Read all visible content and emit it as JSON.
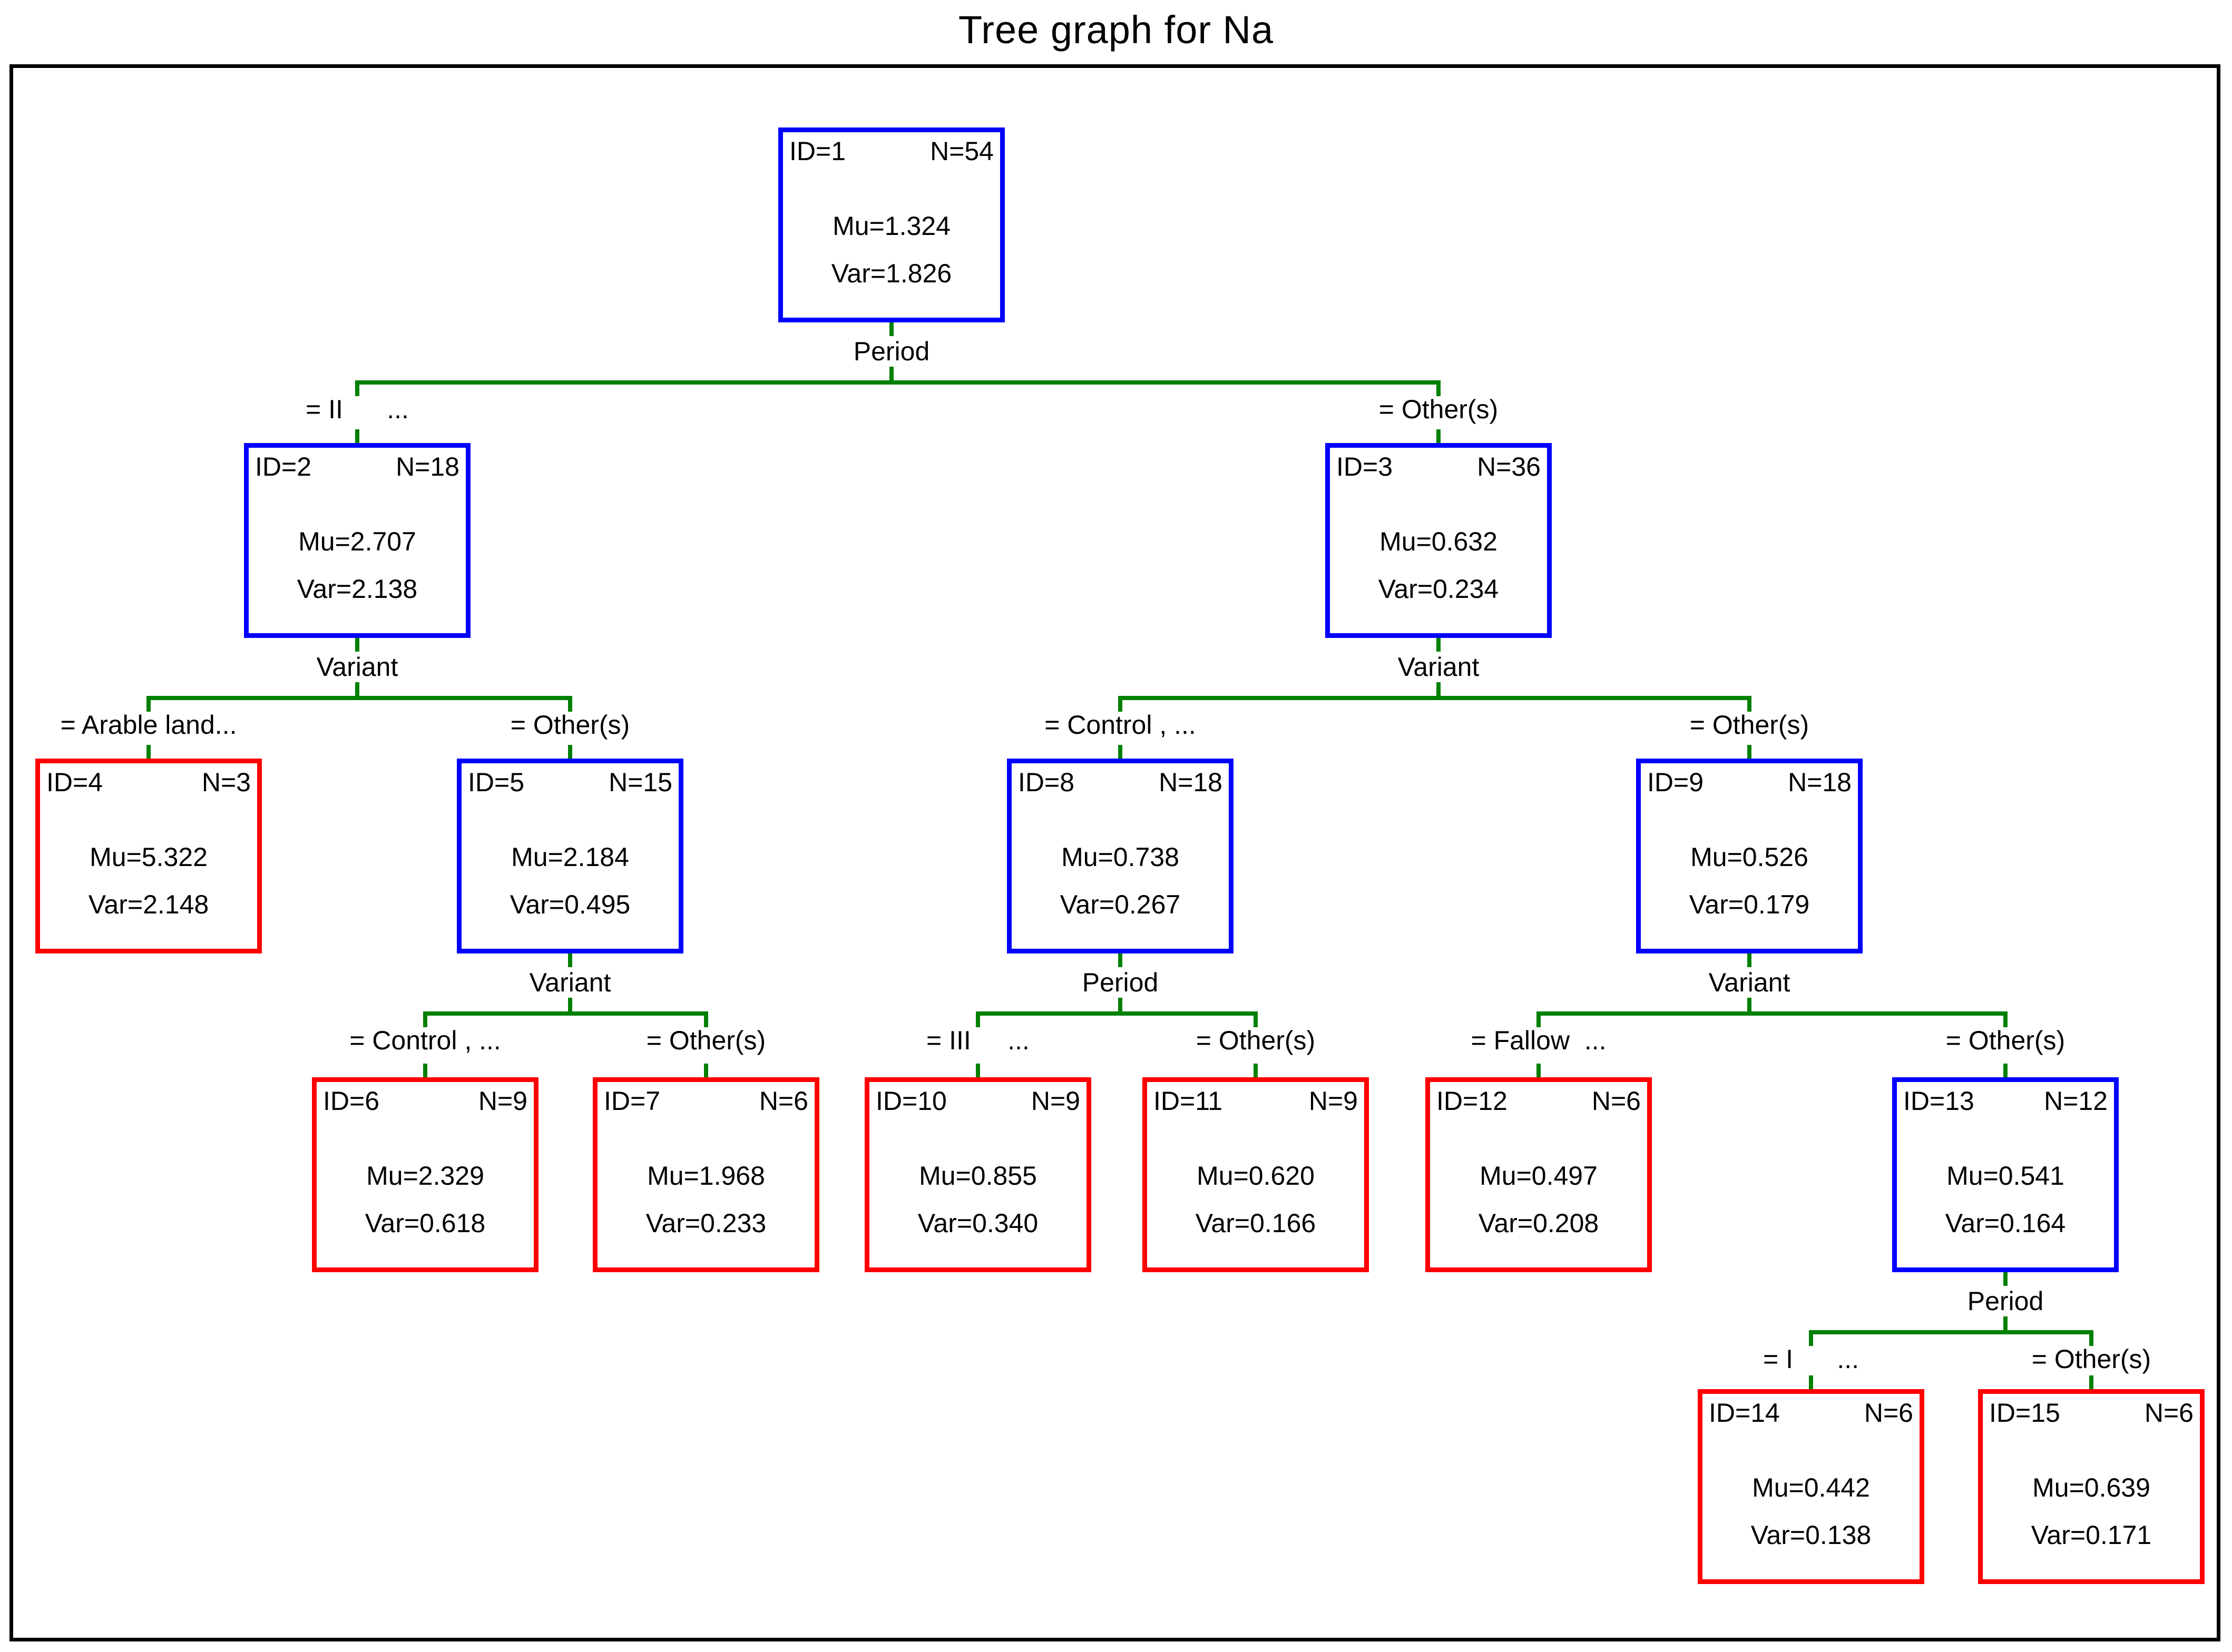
{
  "title": "Tree graph for Na",
  "colors": {
    "split_node_border": "#0000ff",
    "terminal_node_border": "#ff0000",
    "branch": "#008000",
    "frame": "#000000",
    "text": "#000000"
  },
  "nodes": [
    {
      "id": "ID=1",
      "n": "N=54",
      "mu": "Mu=1.324",
      "var": "Var=1.826"
    },
    {
      "id": "ID=2",
      "n": "N=18",
      "mu": "Mu=2.707",
      "var": "Var=2.138"
    },
    {
      "id": "ID=3",
      "n": "N=36",
      "mu": "Mu=0.632",
      "var": "Var=0.234"
    },
    {
      "id": "ID=4",
      "n": "N=3",
      "mu": "Mu=5.322",
      "var": "Var=2.148"
    },
    {
      "id": "ID=5",
      "n": "N=15",
      "mu": "Mu=2.184",
      "var": "Var=0.495"
    },
    {
      "id": "ID=6",
      "n": "N=9",
      "mu": "Mu=2.329",
      "var": "Var=0.618"
    },
    {
      "id": "ID=7",
      "n": "N=6",
      "mu": "Mu=1.968",
      "var": "Var=0.233"
    },
    {
      "id": "ID=8",
      "n": "N=18",
      "mu": "Mu=0.738",
      "var": "Var=0.267"
    },
    {
      "id": "ID=9",
      "n": "N=18",
      "mu": "Mu=0.526",
      "var": "Var=0.179"
    },
    {
      "id": "ID=10",
      "n": "N=9",
      "mu": "Mu=0.855",
      "var": "Var=0.340"
    },
    {
      "id": "ID=11",
      "n": "N=9",
      "mu": "Mu=0.620",
      "var": "Var=0.166"
    },
    {
      "id": "ID=12",
      "n": "N=6",
      "mu": "Mu=0.497",
      "var": "Var=0.208"
    },
    {
      "id": "ID=13",
      "n": "N=12",
      "mu": "Mu=0.541",
      "var": "Var=0.164"
    },
    {
      "id": "ID=14",
      "n": "N=6",
      "mu": "Mu=0.442",
      "var": "Var=0.138"
    },
    {
      "id": "ID=15",
      "n": "N=6",
      "mu": "Mu=0.639",
      "var": "Var=0.171"
    }
  ],
  "splits": [
    {
      "attribute": "Period",
      "left_condition": "= II      ...",
      "right_condition": "= Other(s)"
    },
    {
      "attribute": "Variant",
      "left_condition": "= Arable land...",
      "right_condition": "= Other(s)"
    },
    {
      "attribute": "Variant",
      "left_condition": "= Control , ...",
      "right_condition": "= Other(s)"
    },
    {
      "attribute": "Variant",
      "left_condition": "= Control , ...",
      "right_condition": "= Other(s)"
    },
    {
      "attribute": "Period",
      "left_condition": "= III     ...",
      "right_condition": "= Other(s)"
    },
    {
      "attribute": "Variant",
      "left_condition": "= Fallow  ...",
      "right_condition": "= Other(s)"
    },
    {
      "attribute": "Period",
      "left_condition": "= I      ...",
      "right_condition": "= Other(s)"
    }
  ]
}
